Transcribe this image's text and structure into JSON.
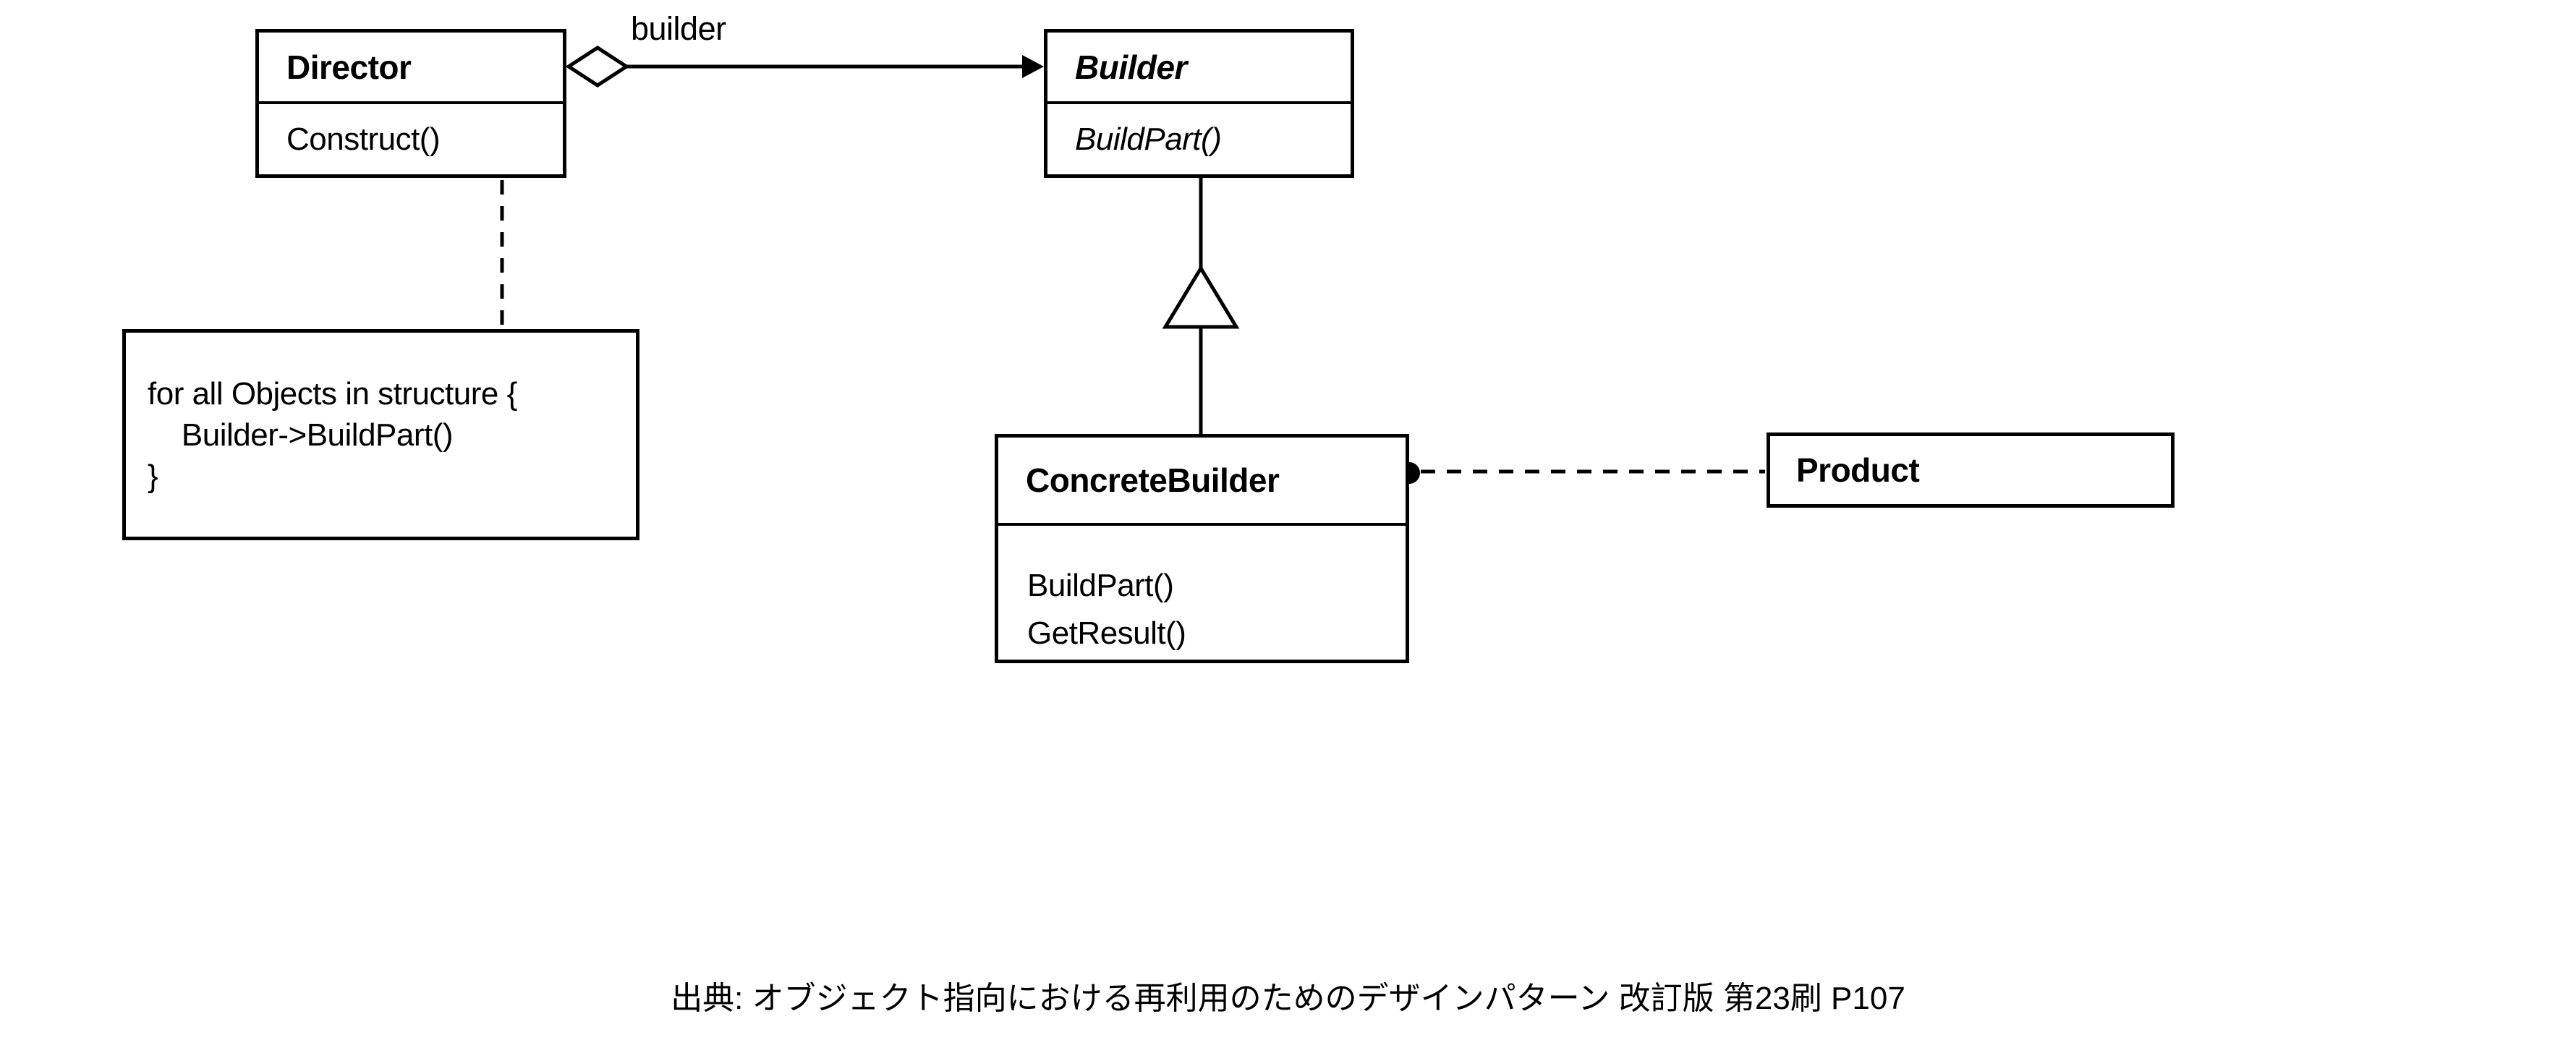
{
  "diagram": {
    "classes": [
      {
        "name": "Director",
        "abstract": false,
        "methods": [
          "Construct()"
        ]
      },
      {
        "name": "Builder",
        "abstract": true,
        "methods": [
          "BuildPart()"
        ]
      },
      {
        "name": "ConcreteBuilder",
        "abstract": false,
        "methods": [
          "BuildPart()",
          "GetResult()"
        ]
      },
      {
        "name": "Product",
        "abstract": false,
        "methods": []
      }
    ],
    "relations": [
      {
        "type": "aggregation",
        "from": "Director",
        "to": "Builder",
        "label": "builder"
      },
      {
        "type": "generalization",
        "from": "ConcreteBuilder",
        "to": "Builder"
      },
      {
        "type": "dashed-link",
        "from": "ConcreteBuilder",
        "to": "Product"
      },
      {
        "type": "dashed-note-link",
        "from": "Director.Construct()",
        "to": "note"
      }
    ],
    "note": {
      "text": "for all Objects in structure {\n    Builder->BuildPart()\n}"
    },
    "caption": "出典: オブジェクト指向における再利用のためのデザインパターン 改訂版 第23刷 P107"
  },
  "colors": {
    "line": "#000000",
    "background": "#ffffff"
  }
}
